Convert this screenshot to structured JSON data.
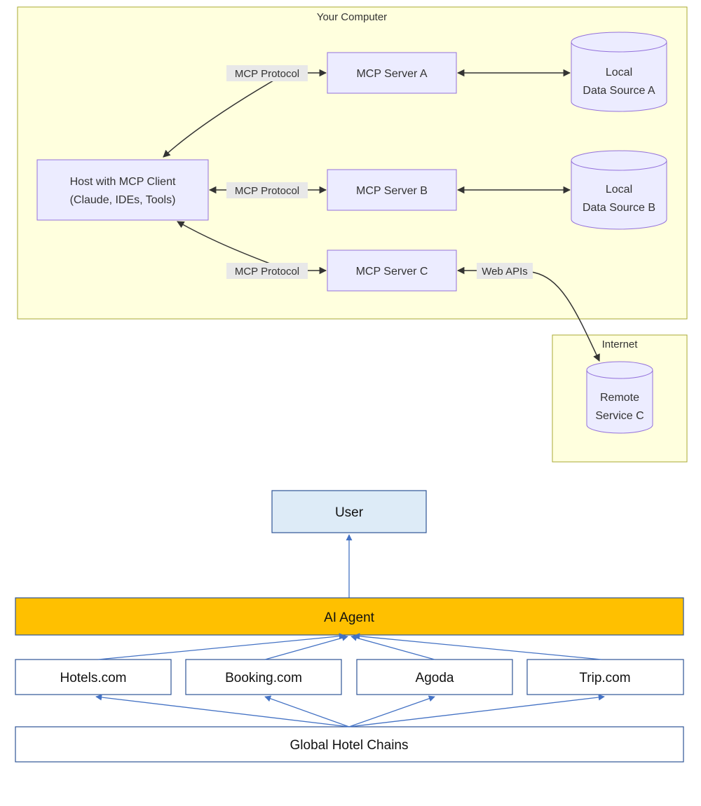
{
  "mcp": {
    "your_computer_label": "Your Computer",
    "internet_label": "Internet",
    "host": {
      "line1": "Host with MCP Client",
      "line2": "(Claude, IDEs, Tools)"
    },
    "servers": {
      "a": "MCP Server A",
      "b": "MCP Server B",
      "c": "MCP Server C"
    },
    "sources": {
      "a": {
        "line1": "Local",
        "line2": "Data Source A"
      },
      "b": {
        "line1": "Local",
        "line2": "Data Source B"
      },
      "remote": {
        "line1": "Remote",
        "line2": "Service C"
      }
    },
    "edge_labels": {
      "protocol_a": "MCP Protocol",
      "protocol_b": "MCP Protocol",
      "protocol_c": "MCP Protocol",
      "web_apis": "Web APIs"
    },
    "colors": {
      "cluster_fill": "#FFFFDE",
      "cluster_stroke": "#AAAA33",
      "node_fill": "#ECECFF",
      "node_stroke": "#9370DB",
      "label_bg": "#E8E8E8"
    }
  },
  "agent": {
    "user": "User",
    "ai_agent": "AI Agent",
    "platforms": [
      "Hotels.com",
      "Booking.com",
      "Agoda",
      "Trip.com"
    ],
    "chains": "Global Hotel Chains",
    "colors": {
      "user_fill": "#DDEBF7",
      "agent_fill": "#FFC000",
      "arrow": "#4472C4",
      "border": "#2F5597"
    }
  }
}
